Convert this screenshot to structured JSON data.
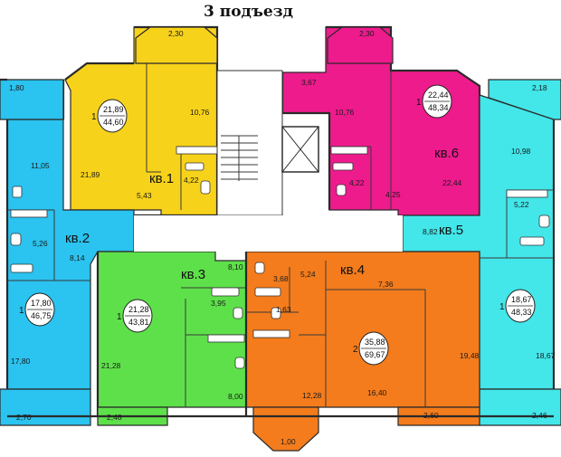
{
  "title": "3 подъезд",
  "colors": {
    "apt1": "#f7d21a",
    "apt2": "#2bc3ef",
    "apt3": "#5ee04a",
    "apt4": "#f47c1c",
    "apt5": "#43e6e9",
    "apt6": "#ee1b8d",
    "stair": "#ffffff"
  },
  "apartments": [
    {
      "id": "apt1",
      "label": "кв.1",
      "rooms": "1",
      "living": "21,89",
      "total": "44,60"
    },
    {
      "id": "apt2",
      "label": "кв.2",
      "rooms": "1",
      "living": "17,80",
      "total": "46,75"
    },
    {
      "id": "apt3",
      "label": "кв.3",
      "rooms": "1",
      "living": "21,28",
      "total": "43,81"
    },
    {
      "id": "apt4",
      "label": "кв.4",
      "rooms": "2",
      "living": "35,88",
      "total": "69,67"
    },
    {
      "id": "apt5",
      "label": "кв.5",
      "rooms": "1",
      "living": "18,67",
      "total": "48,33"
    },
    {
      "id": "apt6",
      "label": "кв.6",
      "rooms": "1",
      "living": "22,44",
      "total": "48,34"
    }
  ],
  "areas": {
    "a1_balcony": "2,30",
    "a1_room": "21,89",
    "a1_kitchen": "10,76",
    "a1_bath": "4,22",
    "a1_hall": "5,43",
    "a2_balcony_top": "1,80",
    "a2_kitchen": "11,05",
    "a2_bath": "5,26",
    "a2_hall": "8,14",
    "a2_room": "17,80",
    "a2_balcony_bot": "2,70",
    "a3_hall": "8,10",
    "a3_bath": "3,95",
    "a3_room": "21,28",
    "a3_kitchen": "8,00",
    "a3_balcony": "2,48",
    "a4_bath1": "3,68",
    "a4_corr": "5,24",
    "a4_wc": "1,63",
    "a4_hall": "7,36",
    "a4_kitchen": "12,28",
    "a4_room1": "16,40",
    "a4_room2": "19,48",
    "a4_balcony1": "1,00",
    "a4_balcony2": "2,60",
    "a5_balcony_top": "2,18",
    "a5_kitchen": "10,98",
    "a5_bath": "5,22",
    "a5_hall": "8,82",
    "a5_room": "18,67",
    "a5_balcony_bot": "2,46",
    "a6_balcony": "2,30",
    "a6_corr": "3,67",
    "a6_kitchen": "10,76",
    "a6_bath": "4,22",
    "a6_hall": "4,25",
    "a6_room": "22,44"
  }
}
